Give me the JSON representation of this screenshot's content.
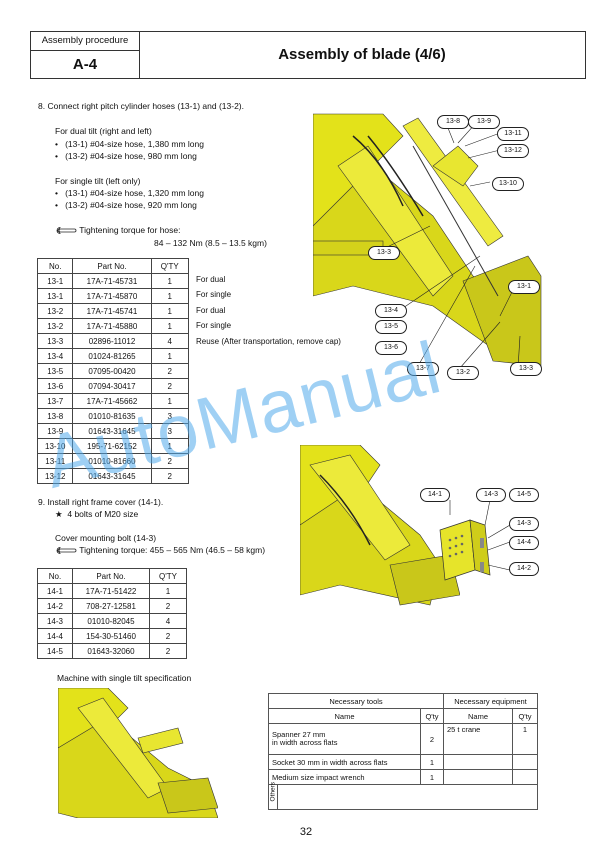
{
  "header": {
    "procedure_label": "Assembly procedure",
    "code": "A-4",
    "title": "Assembly of blade (4/6)"
  },
  "step8": {
    "heading": "8.  Connect right pitch cylinder hoses (13-1) and (13-2).",
    "dual_title": "For dual tilt (right and left)",
    "dual_items": [
      "(13-1) #04-size hose, 1,380 mm long",
      "(13-2) #04-size hose, 980 mm long"
    ],
    "single_title": "For single tilt (left only)",
    "single_items": [
      "(13-1) #04-size hose, 1,320 mm long",
      "(13-2) #04-size hose, 920 mm long"
    ],
    "torque_label": "Tightening torque for hose:",
    "torque_value": "84 – 132 Nm (8.5 – 13.5 kgm)"
  },
  "table13": {
    "headers": [
      "No.",
      "Part No.",
      "Q'TY"
    ],
    "rows": [
      [
        "13-1",
        "17A-71-45731",
        "1",
        "For dual"
      ],
      [
        "13-1",
        "17A-71-45870",
        "1",
        "For single"
      ],
      [
        "13-2",
        "17A-71-45741",
        "1",
        "For dual"
      ],
      [
        "13-2",
        "17A-71-45880",
        "1",
        "For single"
      ],
      [
        "13-3",
        "02896-11012",
        "4",
        "Reuse (After transportation, remove cap)"
      ],
      [
        "13-4",
        "01024-81265",
        "1",
        ""
      ],
      [
        "13-5",
        "07095-00420",
        "2",
        ""
      ],
      [
        "13-6",
        "07094-30417",
        "2",
        ""
      ],
      [
        "13-7",
        "17A-71-45662",
        "1",
        ""
      ],
      [
        "13-8",
        "01010-81635",
        "3",
        ""
      ],
      [
        "13-9",
        "01643-31645",
        "3",
        ""
      ],
      [
        "13-10",
        "195-71-62152",
        "1",
        ""
      ],
      [
        "13-11",
        "01010-81660",
        "2",
        ""
      ],
      [
        "13-12",
        "01643-31645",
        "2",
        ""
      ]
    ]
  },
  "step9": {
    "heading": "9.  Install right frame cover (14-1).",
    "bolts": "4 bolts of M20 size",
    "cover_label": "Cover mounting bolt (14-3)",
    "torque": "Tightening torque: 455 – 565 Nm (46.5 – 58 kgm)"
  },
  "table14": {
    "headers": [
      "No.",
      "Part No.",
      "Q'TY"
    ],
    "rows": [
      [
        "14-1",
        "17A-71-51422",
        "1"
      ],
      [
        "14-2",
        "708-27-12581",
        "2"
      ],
      [
        "14-3",
        "01010-82045",
        "4"
      ],
      [
        "14-4",
        "154-30-51460",
        "2"
      ],
      [
        "14-5",
        "01643-32060",
        "2"
      ]
    ]
  },
  "single_tilt_caption": "Machine with single tilt specification",
  "tools": {
    "necessary_tools": "Necessary tools",
    "necessary_equipment": "Necessary equipment",
    "name": "Name",
    "qty": "Q'ty",
    "rows": [
      {
        "name_line1": "Spanner 27 mm",
        "name_line2": "in width across flats",
        "qty": "2"
      },
      {
        "name_line1": "Socket 30 mm in width across flats",
        "name_line2": "",
        "qty": "1"
      },
      {
        "name_line1": "Medium size impact wrench",
        "name_line2": "",
        "qty": "1"
      }
    ],
    "equipment": {
      "name": "25 t crane",
      "qty": "1"
    },
    "others": "Others"
  },
  "fig1_callouts": [
    "13-8",
    "13-9",
    "13-11",
    "13-12",
    "13-10",
    "13-3",
    "13-1",
    "13-4",
    "13-5",
    "13-6",
    "13-7",
    "13-2",
    "13-3"
  ],
  "fig2_callouts": [
    "14-1",
    "14-3",
    "14-5",
    "14-3",
    "14-4",
    "14-2"
  ],
  "watermark": "AutoManual",
  "page_number": "32",
  "colors": {
    "machine_yellow": "#e3e21a",
    "watermark": "#50aaeb"
  }
}
